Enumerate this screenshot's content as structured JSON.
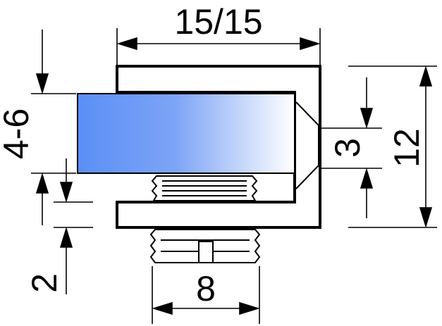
{
  "dimensions": {
    "width_total": "15/15",
    "glass_thickness": "4-6",
    "height_total": "12",
    "tab_height": "3",
    "bottom_gap": "2",
    "thread_width": "8"
  },
  "colors": {
    "glass_start": "#5b8ff6",
    "glass_end": "#ffffff",
    "line": "#000000",
    "background": "#ffffff"
  }
}
